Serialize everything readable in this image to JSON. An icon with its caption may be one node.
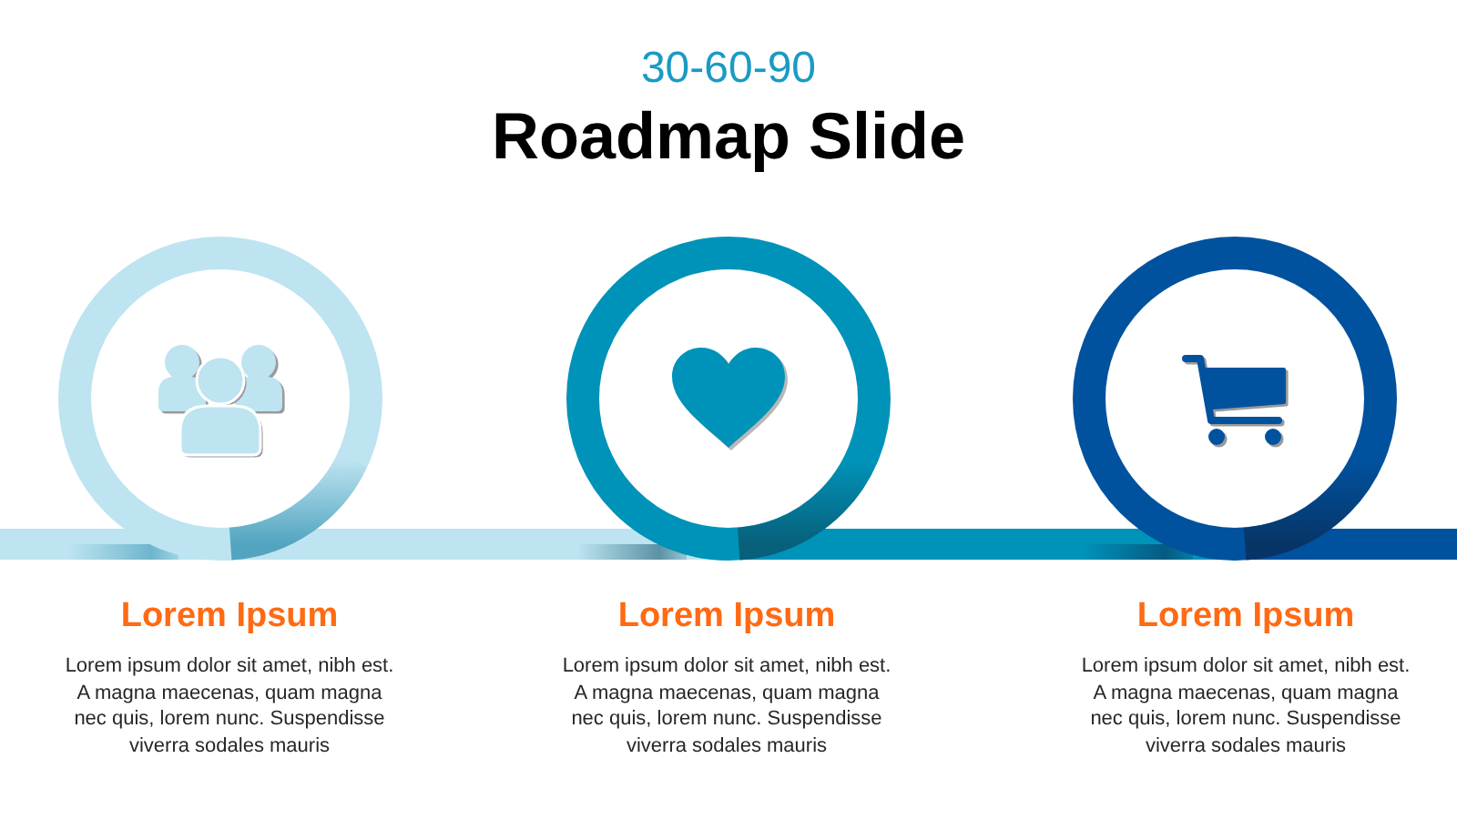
{
  "diagram": {
    "title": "Roadmap Slide",
    "nodes": [
      {
        "text": [],
        "shape": "circle",
        "beside": [
          "Lorem Ipsum",
          "Lorem ipsum dolor sit amet, nibh est. A magna maecenas, quam magna nec quis, lorem nunc. Suspendisse viverra sodales mauris"
        ]
      },
      {
        "text": [],
        "shape": "circle",
        "beside": [
          "Lorem Ipsum",
          "Lorem ipsum dolor sit amet, nibh est. A magna maecenas, quam magna nec quis, lorem nunc. Suspendisse viverra sodales mauris"
        ]
      },
      {
        "text": [],
        "shape": "circle",
        "beside": [
          "Lorem Ipsum",
          "Lorem ipsum dolor sit amet, nibh est. A magna maecenas, quam magna nec quis, lorem nunc. Suspendisse viverra sodales mauris"
        ]
      }
    ],
    "edges": [
      {
        "from": null,
        "to": 0,
        "arrow": "none"
      },
      {
        "from": 0,
        "to": 1,
        "arrow": "none"
      },
      {
        "from": 1,
        "to": 2,
        "arrow": "none",
        "color": "#0093b9"
      },
      {
        "from": 2,
        "to": null,
        "arrow": "none",
        "color": "#00529e"
      }
    ],
    "labels": [
      "30-60-90"
    ]
  }
}
